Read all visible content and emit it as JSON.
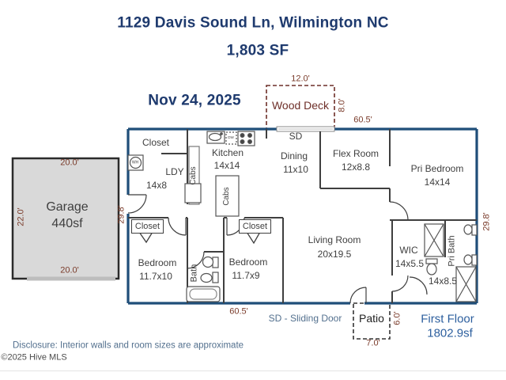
{
  "header": {
    "address": "1129 Davis Sound Ln, Wilmington NC",
    "area": "1,803 SF",
    "date": "Nov 24, 2025"
  },
  "deck": {
    "label": "Wood Deck",
    "width": "12.0'",
    "depth": "8.0'"
  },
  "patio": {
    "label": "Patio",
    "width": "7.0'",
    "depth": "6.0'"
  },
  "dims": {
    "top_width": "60.5'",
    "bottom_width": "60.5'",
    "right_height": "29.8'",
    "left_height": "29.8'",
    "garage_top": "20.0'",
    "garage_bottom": "20.0'",
    "garage_left": "22.0'"
  },
  "rooms": {
    "closet_entry": {
      "label": "Closet"
    },
    "ldy": {
      "label": "LDY",
      "size": "14x8"
    },
    "kitchen": {
      "label": "Kitchen",
      "size": "14x14"
    },
    "dining": {
      "label": "Dining",
      "size": "11x10"
    },
    "flex": {
      "label": "Flex Room",
      "size": "12x8.8"
    },
    "pri_bedroom": {
      "label": "Pri Bedroom",
      "size": "14x14"
    },
    "garage": {
      "label": "Garage",
      "size": "440sf"
    },
    "bedroom_left": {
      "label": "Bedroom",
      "size": "11.7x10"
    },
    "bedroom_mid": {
      "label": "Bedroom",
      "size": "11.7x9"
    },
    "bath": {
      "label": "Bath"
    },
    "living": {
      "label": "Living Room",
      "size": "20x19.5"
    },
    "wic": {
      "label": "WIC",
      "size": "14x5.5"
    },
    "pri_bath": {
      "label": "Pri Bath",
      "size": "14x8.5"
    },
    "closet_bed_left": {
      "label": "Closet"
    },
    "closet_bed_mid": {
      "label": "Closet"
    }
  },
  "markers": {
    "sliding_door": "SD",
    "water_heater": "WH",
    "dishwasher": "DW",
    "cabinets_wall": "Cabs",
    "cabinets_island": "Cabs"
  },
  "legend": {
    "sliding_door": "SD - Sliding Door"
  },
  "summary": {
    "floor": "First Floor",
    "area": "1802.9sf"
  },
  "footer": {
    "disclosure": "Disclosure: Interior walls and room sizes are approximate",
    "copyright": "©2025 Hive MLS"
  },
  "colors": {
    "exterior_wall": "#1f4e79",
    "interior_wall": "#3f3f3f",
    "title_navy": "#1e3a6e",
    "dimension_brown": "#7a3b2a",
    "deck_brown": "#6d2e28",
    "legend_blue_gray": "#53708e",
    "first_floor_blue": "#2d5f9e",
    "garage_fill": "#d9d9d9"
  }
}
